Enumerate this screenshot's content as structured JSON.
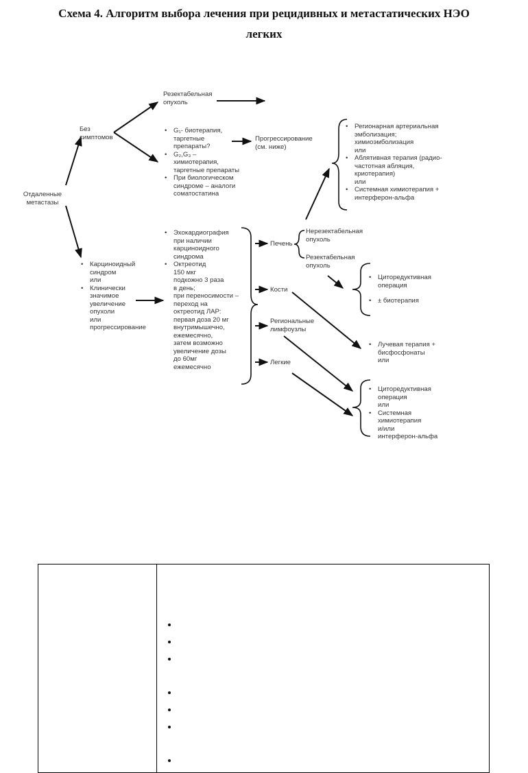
{
  "title": {
    "line1": "Схема 4. Алгоритм выбора лечения при рецидивных и метастатических НЭО",
    "line2": "легких"
  },
  "nodes": {
    "distant_mets": "Отдаленные\nметастазы",
    "no_symptoms": "Без\nсимптомов",
    "resectable_top": "Резектабельная\nопухоль",
    "progression": "Прогрессирование\n(см. ниже)",
    "liver": "Печень",
    "bones": "Кости",
    "regional_ln": "Региональные\nлимфоузлы",
    "lungs": "Легкие",
    "unresectable": "Нерезектабельная\nопухоль",
    "resectable_liver": "Резектабельная\nопухоль"
  },
  "lists": {
    "g_therapy": [
      "G₁- биотерапия,\nтаргетные\nпрепараты?",
      "G₂,G₃ –\nхимиотерапия,\nтаргетные препараты",
      "При биологическом\nсиндроме – аналоги\nсоматостатина"
    ],
    "carcinoid": [
      "Карциноидный\nсиндром\nили",
      "Клинически\nзначимое\nувеличение\nопухоли\nили\nпрогрессирование"
    ],
    "echo": [
      "Эхокардиография\nпри наличии\nкарциноидного\nсиндрома",
      "Октреотид\n150 мкг\nподкожно 3 раза\nв день;\nпри переносимости –\nпереход на\nоктреотид ЛАР:\nпервая доза 20 мг\nвнутримышечно,\nежемесячно,\nзатем возможно\nувеличение дозы\nдо 60мг\nежемесячно"
    ],
    "regional": [
      "Регионарная артериальная\nэмболизация;\nхимиоэмболизация\nили",
      "Аблятивная терапия (радио-\nчастотная абляция,\nкриотерапия)\nили",
      "Системная химиотерапия +\nинтерферон-альфа"
    ],
    "cytoreductive": [
      "Циторедуктивная\nоперация",
      "± биотерапия"
    ],
    "radiation": [
      "Лучевая терапия +\nбисфосфонаты\nили"
    ],
    "cyto_systemic": [
      "Циторедуктивная\nоперация\nили",
      "Системная\nхимиотерапия\nи/или\nинтерферон-альфа"
    ]
  }
}
